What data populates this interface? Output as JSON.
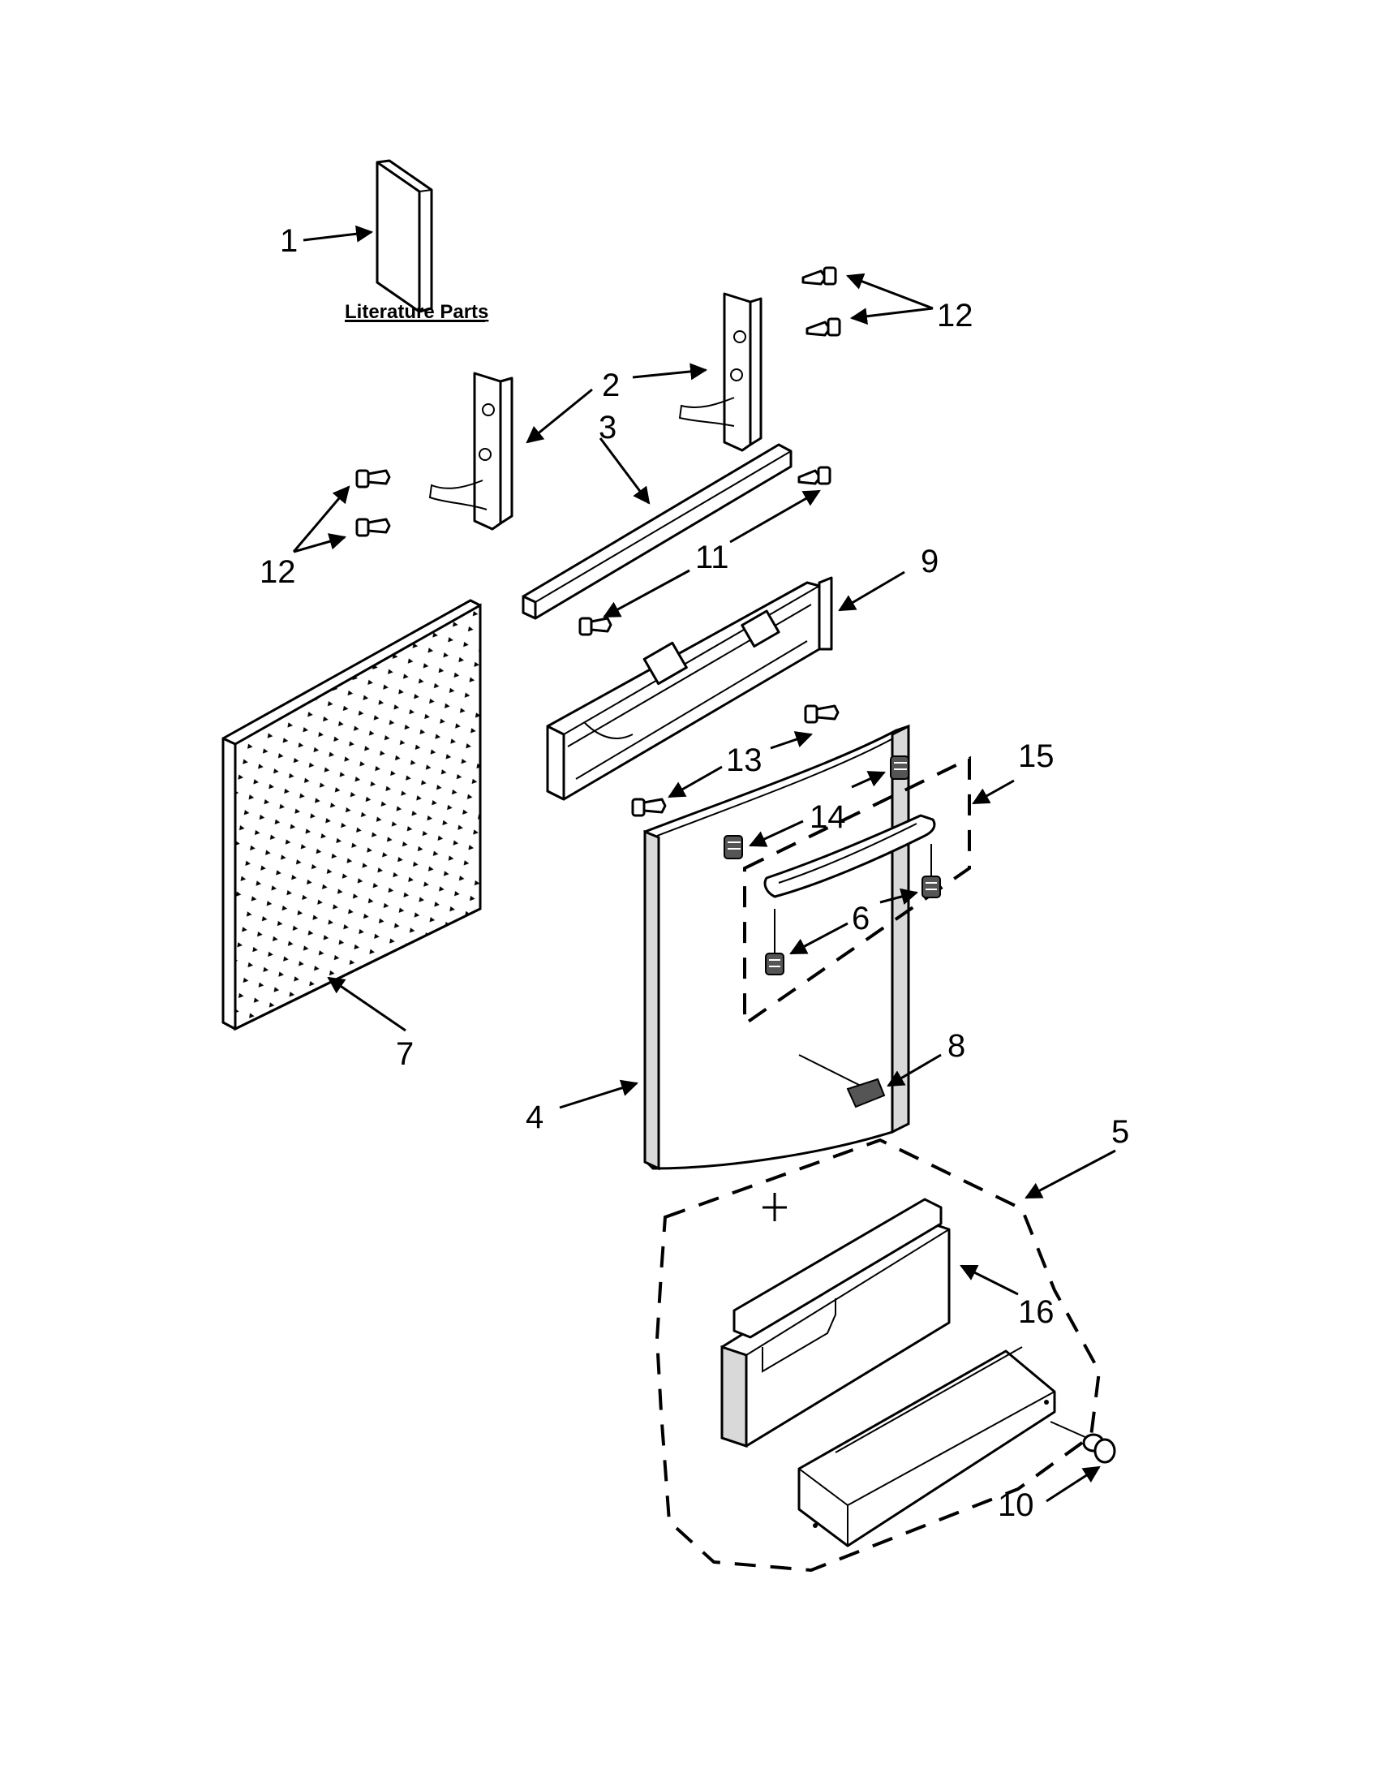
{
  "literature_caption": "Literature Parts",
  "callouts": {
    "c1": "1",
    "c2": "2",
    "c3": "3",
    "c4": "4",
    "c5": "5",
    "c6": "6",
    "c7": "7",
    "c8": "8",
    "c9": "9",
    "c10": "10",
    "c11": "11",
    "c12a": "12",
    "c12b": "12",
    "c13": "13",
    "c14": "14",
    "c15": "15",
    "c16": "16"
  }
}
